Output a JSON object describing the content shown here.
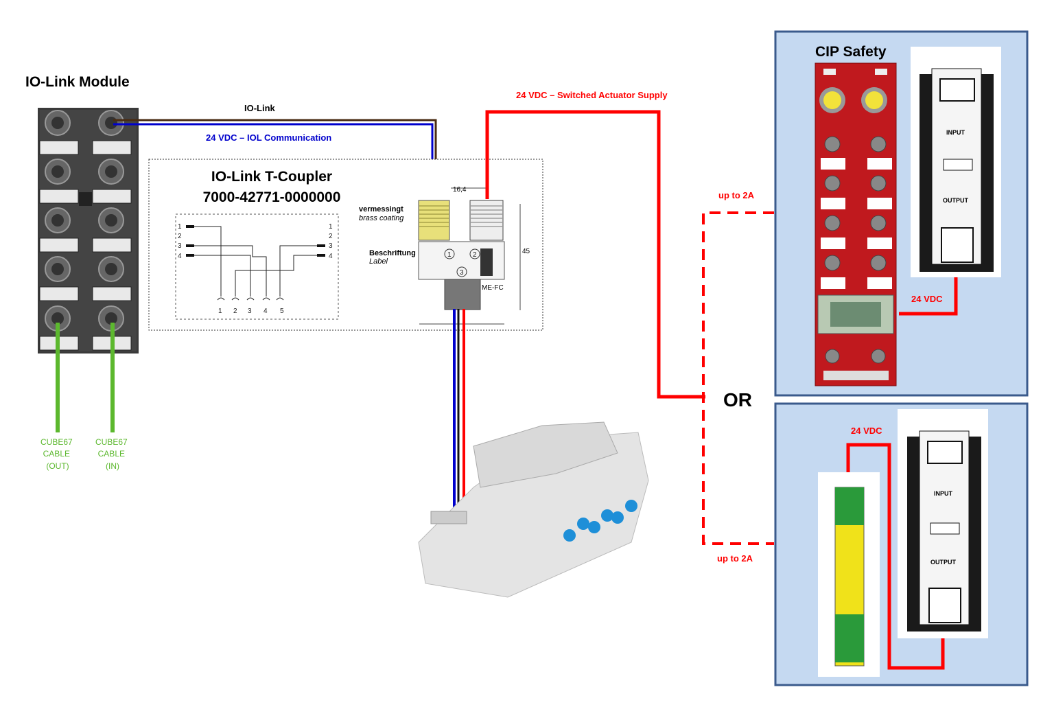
{
  "labels": {
    "iolink_module": "IO-Link Module",
    "iolink": "IO-Link",
    "iol_comm": "24 VDC – IOL Communication",
    "switched_supply": "24 VDC – Switched Actuator Supply",
    "tcoupler_title": "IO-Link T-Coupler",
    "tcoupler_part": "7000-42771-0000000",
    "vermessingt": "vermessingt",
    "brass_coating": "brass coating",
    "beschriftung": "Beschriftung",
    "label": "Label",
    "dim_16_4": "16,4",
    "dim_45": "45",
    "me_fc": "ME-FC",
    "pin1": "1",
    "pin2": "2",
    "pin3": "3",
    "pin4": "4",
    "pin5": "5",
    "circ1": "1",
    "circ2": "2",
    "circ3": "3",
    "cube_out_1": "CUBE67",
    "cube_out_2": "CABLE",
    "cube_out_3": "(OUT)",
    "cube_in_1": "CUBE67",
    "cube_in_2": "CABLE",
    "cube_in_3": "(IN)",
    "up_to_2a_top": "up to 2A",
    "up_to_2a_bottom": "up to 2A",
    "or": "OR",
    "cip_safety": "CIP Safety",
    "vdc_24_top": "24 VDC",
    "vdc_24_bottom": "24 VDC",
    "psu_input": "INPUT",
    "psu_output": "OUTPUT",
    "psu_input_2": "INPUT",
    "psu_output_2": "OUTPUT"
  },
  "colors": {
    "red": "#ff0000",
    "blue": "#0000cc",
    "green": "#5cb82e",
    "panel_fill": "#c5d9f1",
    "panel_border": "#3a5a8c",
    "cip_red": "#c0191e"
  }
}
